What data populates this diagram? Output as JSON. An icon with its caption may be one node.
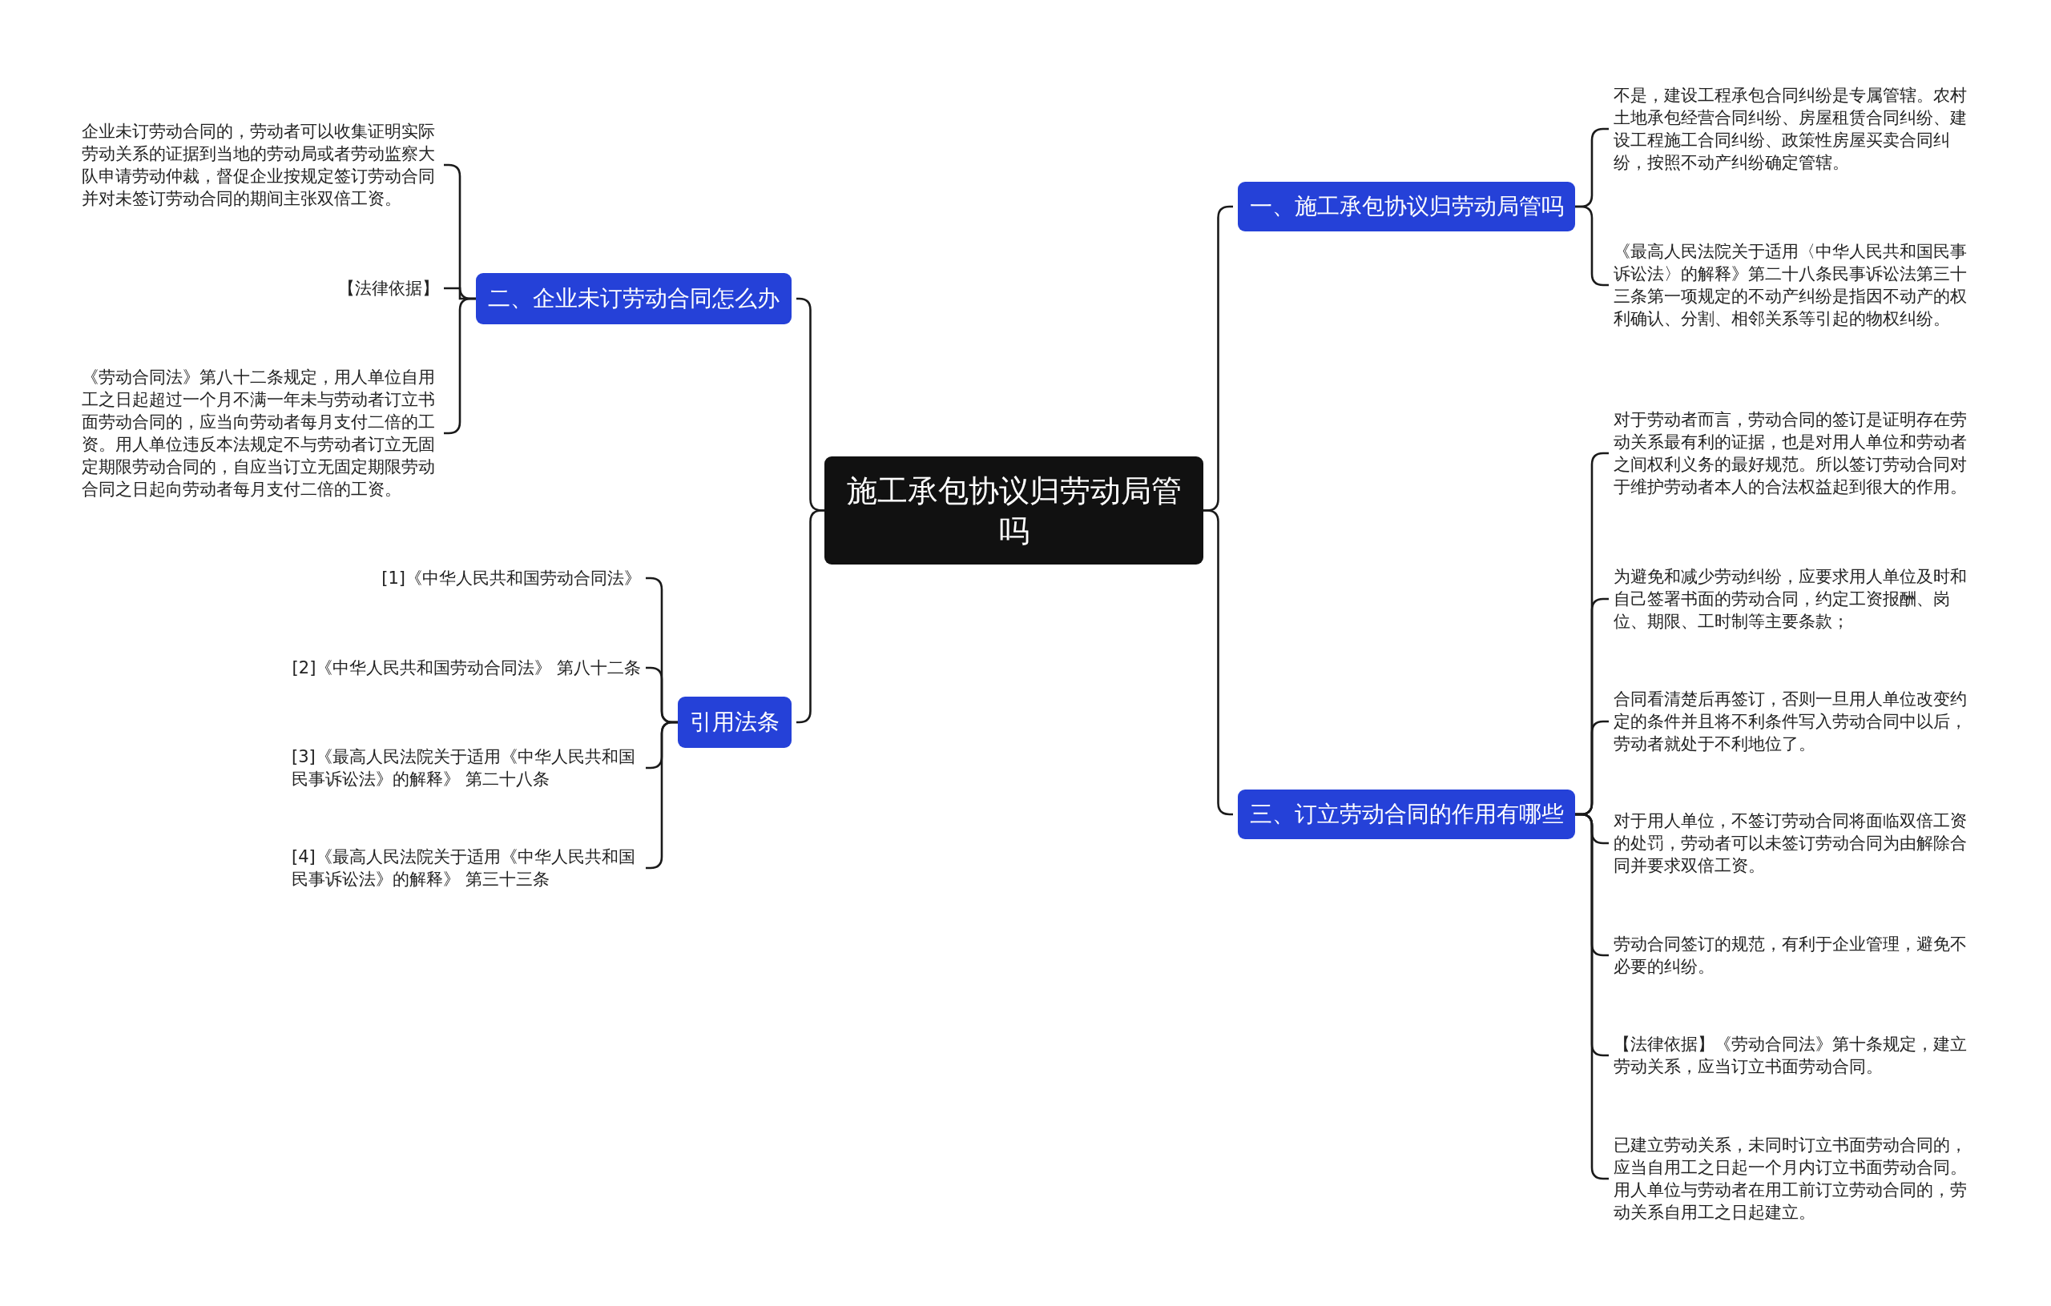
{
  "diagram": {
    "nodes": [
      {
        "text": [
          "施工承包协议归劳动局管吗"
        ]
      },
      {
        "text": [
          "一、施工承包协议归劳动局管吗"
        ]
      },
      {
        "text": [
          "三、订立劳动合同的作用有哪些"
        ]
      },
      {
        "text": [
          "二、企业未订劳动合同怎么办"
        ]
      },
      {
        "text": [
          "引用法条"
        ]
      },
      {
        "text": [
          "不是，建设工程承包合同纠纷是专属管辖。农村土地承包经营合同纠纷、房屋租赁合同纠纷、建设工程施工合同纠纷、政策性房屋买卖合同纠纷，按照不动产纠纷确定管辖。"
        ]
      },
      {
        "text": [
          "《最高人民法院关于适用〈中华人民共和国民事诉讼法〉的解释》第二十八条民事诉讼法第三十三条第一项规定的不动产纠纷是指因不动产的权利确认、分割、相邻关系等引起的物权纠纷。"
        ]
      },
      {
        "text": [
          "对于劳动者而言，劳动合同的签订是证明存在劳动关系最有利的证据，也是对用人单位和劳动者之间权利义务的最好规范。所以签订劳动合同对于维护劳动者本人的合法权益起到很大的作用。"
        ]
      },
      {
        "text": [
          "为避免和减少劳动纠纷，应要求用人单位及时和自己签署书面的劳动合同，约定工资报酬、岗位、期限、工时制等主要条款；"
        ]
      },
      {
        "text": [
          "合同看清楚后再签订，否则一旦用人单位改变约定的条件并且将不利条件写入劳动合同中以后，劳动者就处于不利地位了。"
        ]
      },
      {
        "text": [
          "对于用人单位，不签订劳动合同将面临双倍工资的处罚，劳动者可以未签订劳动合同为由解除合同并要求双倍工资。"
        ]
      },
      {
        "text": [
          "劳动合同签订的规范，有利于企业管理，避免不必要的纠纷。"
        ]
      },
      {
        "text": [
          "【法律依据】《劳动合同法》第十条规定，建立劳动关系，应当订立书面劳动合同。"
        ]
      },
      {
        "text": [
          "已建立劳动关系，未同时订立书面劳动合同的，应当自用工之日起一个月内订立书面劳动合同。用人单位与劳动者在用工前订立劳动合同的，劳动关系自用工之日起建立。"
        ]
      },
      {
        "text": [
          "企业未订劳动合同的，劳动者可以收集证明实际劳动关系的证据到当地的劳动局或者劳动监察大队申请劳动仲裁，督促企业按规定签订劳动合同并对未签订劳动合同的期间主张双倍工资。"
        ]
      },
      {
        "text": [
          "【法律依据】"
        ]
      },
      {
        "text": [
          "《劳动合同法》第八十二条规定，用人单位自用工之日起超过一个月不满一年未与劳动者订立书面劳动合同的，应当向劳动者每月支付二倍的工资。用人单位违反本法规定不与劳动者订立无固定期限劳动合同的，自应当订立无固定期限劳动合同之日起向劳动者每月支付二倍的工资。"
        ]
      },
      {
        "text": [
          "[1]《中华人民共和国劳动合同法》"
        ]
      },
      {
        "text": [
          "[2]《中华人民共和国劳动合同法》 第八十二条"
        ]
      },
      {
        "text": [
          "[3]《最高人民法院关于适用《中华人民共和国民事诉讼法》的解释》 第二十八条"
        ]
      },
      {
        "text": [
          "[4]《最高人民法院关于适用《中华人民共和国民事诉讼法》的解释》 第三十三条"
        ]
      }
    ],
    "edges": [
      {
        "from": 0,
        "to": 1,
        "arrow": "none"
      },
      {
        "from": 0,
        "to": 2,
        "arrow": "none"
      },
      {
        "from": 0,
        "to": 3,
        "arrow": "none"
      },
      {
        "from": 0,
        "to": 4,
        "arrow": "none"
      },
      {
        "from": 1,
        "to": 5,
        "arrow": "none"
      },
      {
        "from": 1,
        "to": 6,
        "arrow": "none"
      },
      {
        "from": 2,
        "to": 7,
        "arrow": "none"
      },
      {
        "from": 2,
        "to": 8,
        "arrow": "none"
      },
      {
        "from": 2,
        "to": 9,
        "arrow": "none"
      },
      {
        "from": 2,
        "to": 10,
        "arrow": "none"
      },
      {
        "from": 2,
        "to": 11,
        "arrow": "none"
      },
      {
        "from": 2,
        "to": 12,
        "arrow": "none"
      },
      {
        "from": 2,
        "to": 13,
        "arrow": "none"
      },
      {
        "from": 3,
        "to": 14,
        "arrow": "none"
      },
      {
        "from": 3,
        "to": 15,
        "arrow": "none"
      },
      {
        "from": 3,
        "to": 16,
        "arrow": "none"
      },
      {
        "from": 4,
        "to": 17,
        "arrow": "none"
      },
      {
        "from": 4,
        "to": 18,
        "arrow": "none"
      },
      {
        "from": 4,
        "to": 19,
        "arrow": "none"
      },
      {
        "from": 4,
        "to": 20,
        "arrow": "none"
      }
    ]
  }
}
